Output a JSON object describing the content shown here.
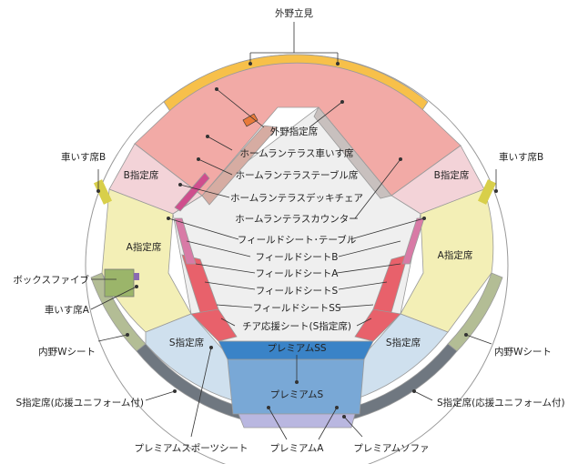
{
  "labels": {
    "outfield_standing": "外野立見",
    "outfield_reserved": "外野指定席",
    "wheelchair_b": "車いす席B",
    "b_reserved": "B指定席",
    "home_run_wheelchair": "ホームランテラス車いす席",
    "home_run_table": "ホームランテラステーブル席",
    "home_run_deckchair": "ホームランテラスデッキチェア",
    "home_run_counter": "ホームランテラスカウンター",
    "a_reserved": "A指定席",
    "field_table": "フィールドシート･テーブル",
    "field_b": "フィールドシートB",
    "field_a": "フィールドシートA",
    "field_s": "フィールドシートS",
    "field_ss": "フィールドシートSS",
    "box_five": "ボックスファイブ",
    "wheelchair_a": "車いす席A",
    "cheer_seat": "チア応援シート(S指定席)",
    "infield_w": "内野Wシート",
    "s_reserved": "S指定席",
    "premium_ss": "プレミアムSS",
    "premium_s": "プレミアムS",
    "s_reserved_uniform": "S指定席(応援ユニフォーム付)",
    "premium_sports": "プレミアムスポーツシート",
    "premium_a": "プレミアムA",
    "premium_sofa": "プレミアムソファ"
  },
  "colors": {
    "outfield_standing": "#f7c04a",
    "outfield_reserved": "#f2aaa6",
    "b_reserved": "#f3d3d8",
    "a_reserved": "#f3efb6",
    "infield_w": "#b3bd95",
    "s_uniform": "#6f7780",
    "s_reserved": "#cfe0ee",
    "premium_ss": "#3a83c7",
    "premium_s": "#79a8d6",
    "premium_a": "#b9b7e0",
    "red_field": "#e8616b",
    "field_table": "#d87aa6",
    "deckchair": "#cf4e8d",
    "counter_gray": "#c8c0be",
    "table_tan": "#d6aca2",
    "box_green": "#9bb56a",
    "wheelchair": "#d8cf4a",
    "field_floor": "#efefef"
  }
}
